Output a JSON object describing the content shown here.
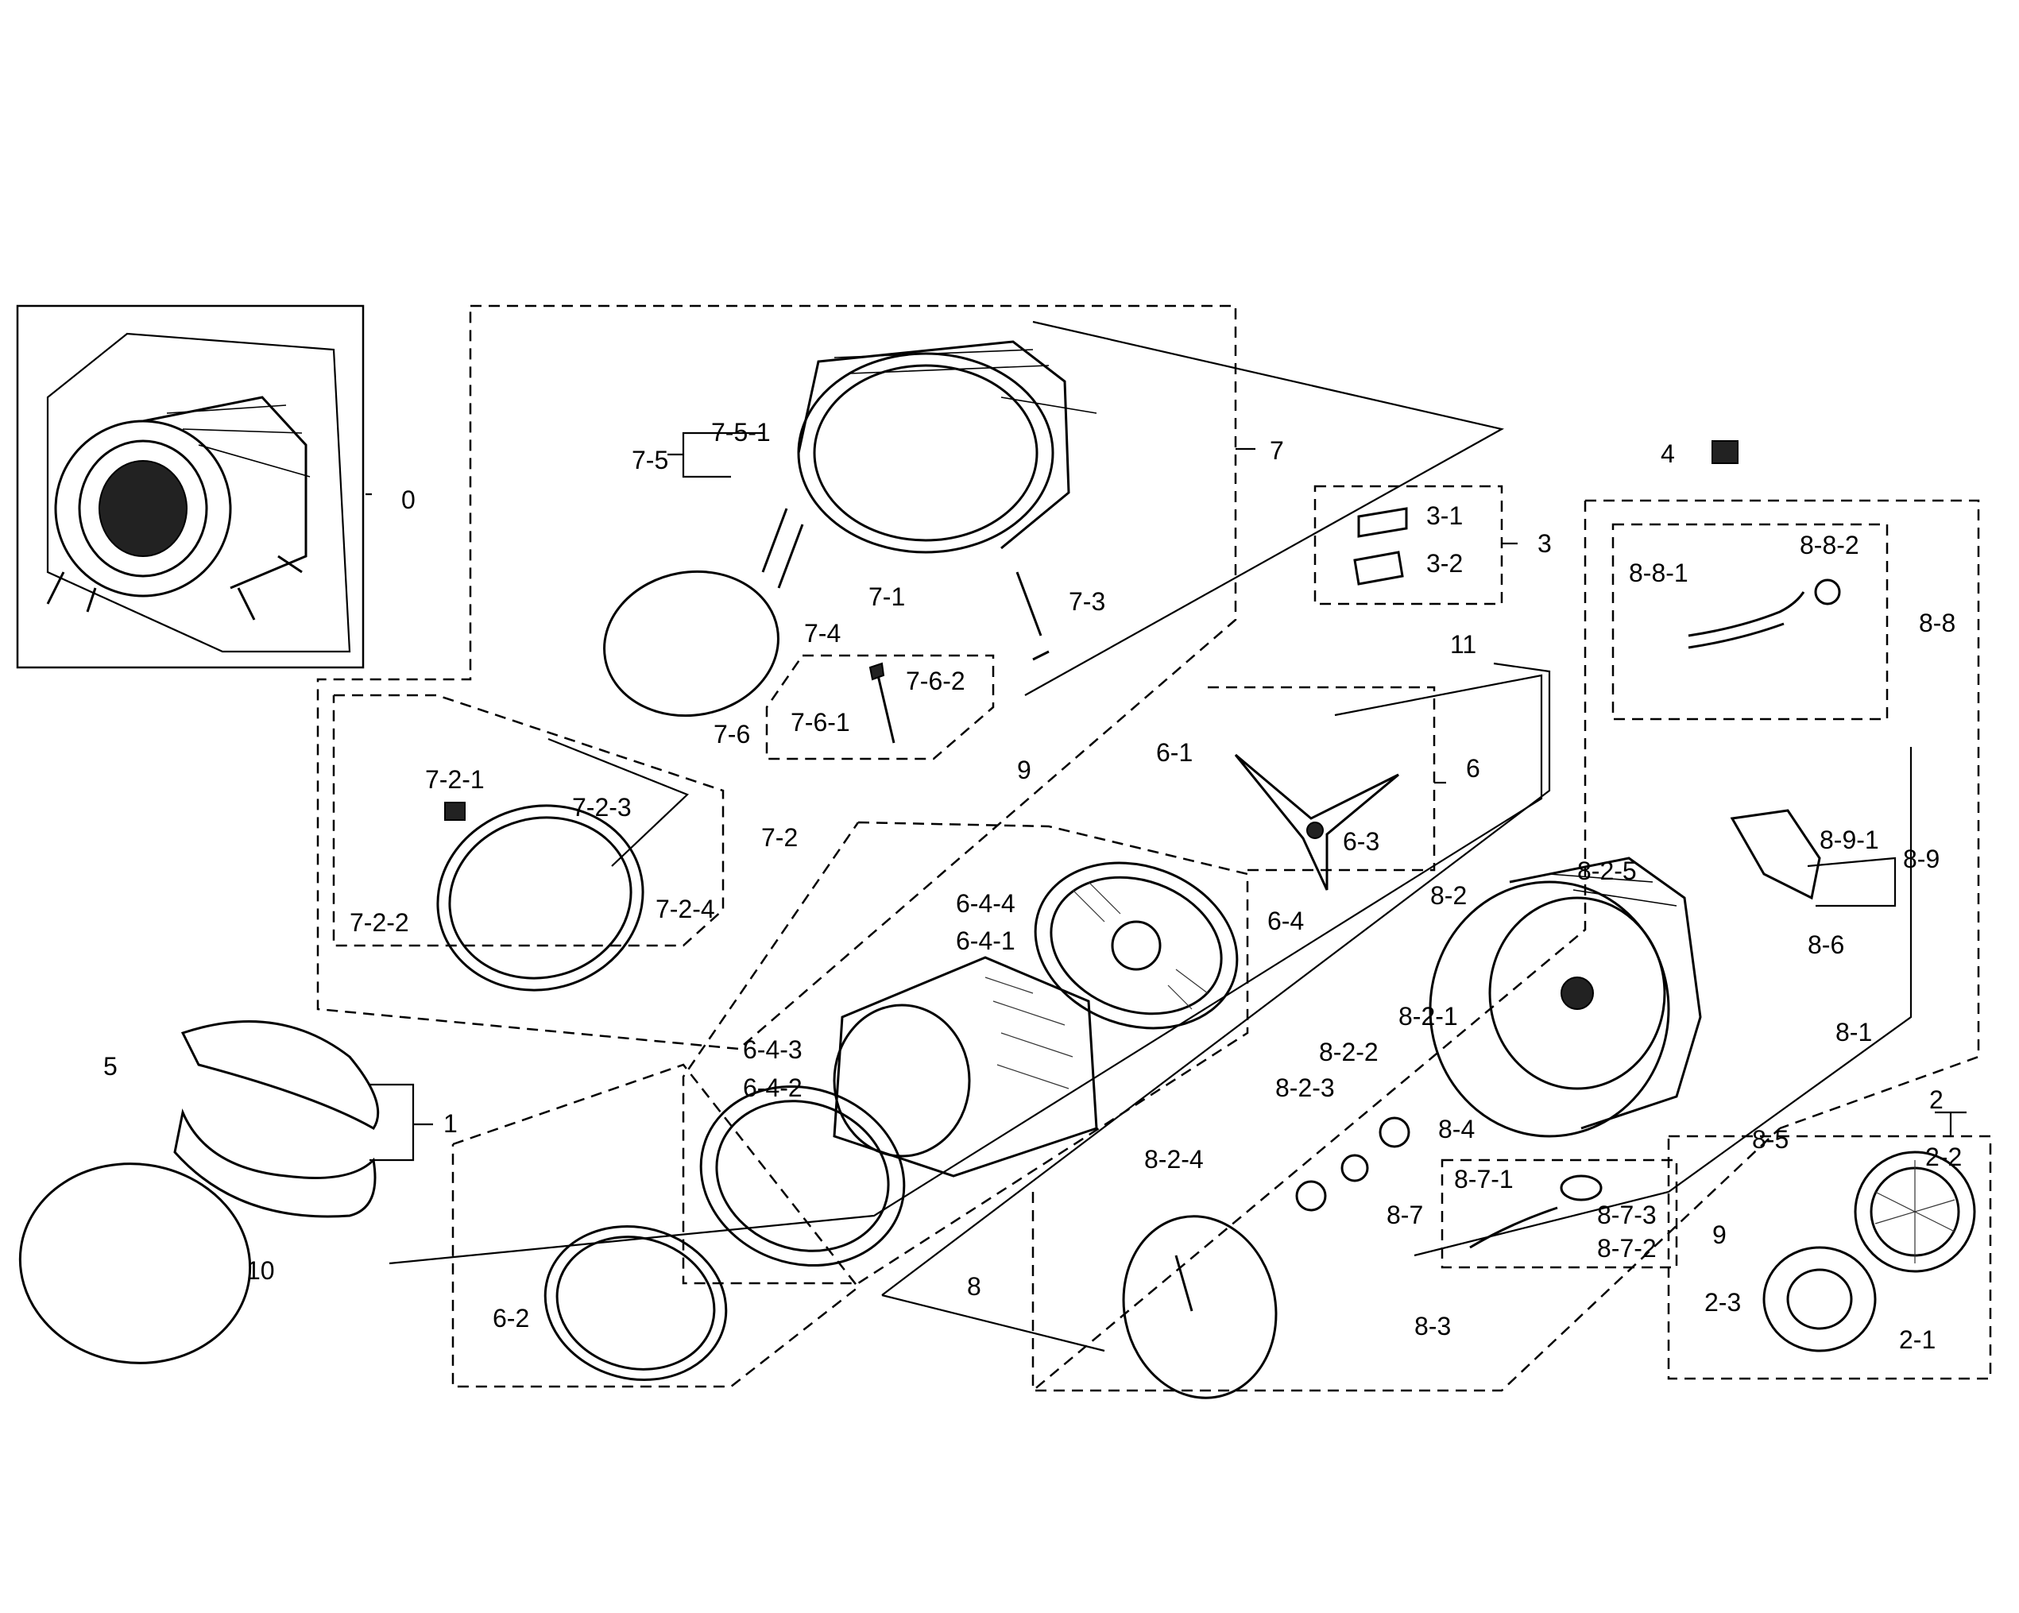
{
  "labels": {
    "l0": "0",
    "l1": "1",
    "l2": "2",
    "l2_1": "2-1",
    "l2_2": "2-2",
    "l2_3": "2-3",
    "l3": "3",
    "l3_1": "3-1",
    "l3_2": "3-2",
    "l4": "4",
    "l5": "5",
    "l6": "6",
    "l6_1": "6-1",
    "l6_2": "6-2",
    "l6_3": "6-3",
    "l6_4": "6-4",
    "l6_4_1": "6-4-1",
    "l6_4_2": "6-4-2",
    "l6_4_3": "6-4-3",
    "l6_4_4": "6-4-4",
    "l7": "7",
    "l7_1": "7-1",
    "l7_2": "7-2",
    "l7_2_1": "7-2-1",
    "l7_2_2": "7-2-2",
    "l7_2_3": "7-2-3",
    "l7_2_4": "7-2-4",
    "l7_3": "7-3",
    "l7_4": "7-4",
    "l7_5": "7-5",
    "l7_5_1": "7-5-1",
    "l7_6": "7-6",
    "l7_6_1": "7-6-1",
    "l7_6_2": "7-6-2",
    "l8": "8",
    "l8_1": "8-1",
    "l8_2": "8-2",
    "l8_2_1": "8-2-1",
    "l8_2_2": "8-2-2",
    "l8_2_3": "8-2-3",
    "l8_2_4": "8-2-4",
    "l8_2_5": "8-2-5",
    "l8_3": "8-3",
    "l8_4": "8-4",
    "l8_5": "8-5",
    "l8_6": "8-6",
    "l8_7": "8-7",
    "l8_7_1": "8-7-1",
    "l8_7_2": "8-7-2",
    "l8_7_3": "8-7-3",
    "l8_8": "8-8",
    "l8_8_1": "8-8-1",
    "l8_8_2": "8-8-2",
    "l8_9": "8-9",
    "l8_9_1": "8-9-1",
    "l9a": "9",
    "l9b": "9",
    "l10": "10",
    "l11": "11"
  }
}
